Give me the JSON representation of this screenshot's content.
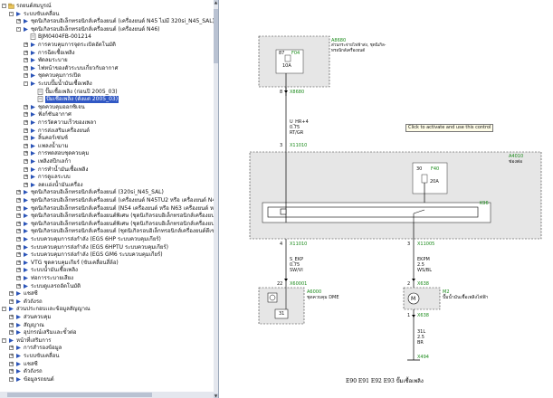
{
  "tree": {
    "items": [
      {
        "label": "รถยนต์สมบูรณ์",
        "level": 0,
        "exp": "-",
        "icon": "folder"
      },
      {
        "label": "ระบบขับเคลื่อน",
        "level": 1,
        "exp": "-",
        "icon": "arrow"
      },
      {
        "label": "ชุดนิเกิลรอบอิเล็กทรอนิกส์เครื่องยนต์ (เครื่องยนต์ N45 ไม่มี 320si_N45_SAL)",
        "level": 2,
        "exp": "+",
        "icon": "arrow"
      },
      {
        "label": "ชุดนิเกิลรอบอิเล็กทรอนิกส์เครื่องยนต์ (เครื่องยนต์ N46)",
        "level": 2,
        "exp": "-",
        "icon": "arrow"
      },
      {
        "label": "BJM0404FB-001214",
        "level": 3,
        "exp": "",
        "icon": "doc"
      },
      {
        "label": "การควบคุมการจุดระเบิดอัตโนมัติ",
        "level": 3,
        "exp": "+",
        "icon": "arrow"
      },
      {
        "label": "การฉีดเชื้อเพลิง",
        "level": 3,
        "exp": "+",
        "icon": "arrow"
      },
      {
        "label": "พัดลมระบาย",
        "level": 3,
        "exp": "+",
        "icon": "arrow"
      },
      {
        "label": "ไฟหน้าของตัวระบบเกี่ยวกับอากาศ",
        "level": 3,
        "exp": "+",
        "icon": "arrow"
      },
      {
        "label": "ชุดควบคุมการเปิด",
        "level": 3,
        "exp": "+",
        "icon": "arrow"
      },
      {
        "label": "ระบบปั๊มน้ำมันเชื้อเพลิง",
        "level": 3,
        "exp": "-",
        "icon": "arrow"
      },
      {
        "label": "ปั๊มเชื้อเพลิง (ก่อนปี 2005_03)",
        "level": 4,
        "exp": "",
        "icon": "doc"
      },
      {
        "label": "ปั๊มเชื้อเพลิง (ตั้งแต่ 2005_03)",
        "level": 4,
        "exp": "",
        "icon": "doc",
        "selected": true
      },
      {
        "label": "ชุดควบคุมออกซิเจน",
        "level": 3,
        "exp": "+",
        "icon": "arrow"
      },
      {
        "label": "ฟังก์ชันอากาศ",
        "level": 3,
        "exp": "+",
        "icon": "arrow"
      },
      {
        "label": "การวัดความเร็วของเพลา",
        "level": 3,
        "exp": "+",
        "icon": "arrow"
      },
      {
        "label": "การส่งเสริมเครื่องยนต์",
        "level": 3,
        "exp": "+",
        "icon": "arrow"
      },
      {
        "label": "ลิ้นคอร์เซ่นซ์",
        "level": 3,
        "exp": "+",
        "icon": "arrow"
      },
      {
        "label": "เเพลงน้ำมาม",
        "level": 3,
        "exp": "+",
        "icon": "arrow"
      },
      {
        "label": "การทดสอบชุดควบคุม",
        "level": 3,
        "exp": "+",
        "icon": "arrow"
      },
      {
        "label": "เพลิงสปีกเลก้า",
        "level": 3,
        "exp": "+",
        "icon": "arrow"
      },
      {
        "label": "การทำน้ำมันเชื้อเพลิง",
        "level": 3,
        "exp": "+",
        "icon": "arrow"
      },
      {
        "label": "การดูแลระบบ",
        "level": 3,
        "exp": "+",
        "icon": "arrow"
      },
      {
        "label": "ลดเเอ่งน้ำมันเครื่อง",
        "level": 3,
        "exp": "+",
        "icon": "arrow"
      },
      {
        "label": "ชุดนิเกิลรอบอิเล็กทรอนิกส์เครื่องยนต์ (320si_N45_SAL)",
        "level": 2,
        "exp": "+",
        "icon": "arrow"
      },
      {
        "label": "ชุดนิเกิลรอบอิเล็กทรอนิกส์เครื่องยนต์ (เครื่องยนต์ N45TU2 หรือ เครื่องยนต์ N46/TU",
        "level": 2,
        "exp": "+",
        "icon": "arrow"
      },
      {
        "label": "ชุดนิเกิลรอบอิเล็กทรอนิกส์เครื่องยนต์ (N54 เครื่องยนต์ หรือ N63 เครื่องยนต์ หรือ N",
        "level": 2,
        "exp": "+",
        "icon": "arrow"
      },
      {
        "label": "ชุดนิเกิลรอบอิเล็กทรอนิกส์เครื่องยนต์พิเศษ (ชุดนิเกิลรอบอิเล็กทรอนิกส์เครื่องยนต์ดีเซ",
        "level": 2,
        "exp": "+",
        "icon": "arrow"
      },
      {
        "label": "ชุดนิเกิลรอบอิเล็กทรอนิกส์เครื่องยนต์พิเศษ (ชุดนิเกิลรอบอิเล็กทรอนิกส์เครื่องยนต์ดีเซ",
        "level": 2,
        "exp": "+",
        "icon": "arrow"
      },
      {
        "label": "ชุดนิเกิลรอบอิเล็กทรอนิกส์เครื่องยนต์ (ชุดนิเกิลรอบอิเล็กทรอนิกส์เครื่องยนต์ดีเซลขน",
        "level": 2,
        "exp": "+",
        "icon": "arrow"
      },
      {
        "label": "ระบบควบคุมการส่งกำลัง (EGS 6HP ระบบควบคุมเกียร์)",
        "level": 2,
        "exp": "+",
        "icon": "arrow"
      },
      {
        "label": "ระบบควบคุมการส่งกำลัง (EGS 6HPTU ระบบควบคุมเกียร์)",
        "level": 2,
        "exp": "+",
        "icon": "arrow"
      },
      {
        "label": "ระบบควบคุมการส่งกำลัง (EGS GM6 ระบบควบคุมเกียร์)",
        "level": 2,
        "exp": "+",
        "icon": "arrow"
      },
      {
        "label": "VTG ชุดควบคุมเกียร์ (ขับเคลื่อนสี่ล้อ)",
        "level": 2,
        "exp": "+",
        "icon": "arrow"
      },
      {
        "label": "ระบบน้ำมันเชื้อเพลิง",
        "level": 2,
        "exp": "+",
        "icon": "arrow"
      },
      {
        "label": "ท่อการระบายเสียง",
        "level": 2,
        "exp": "+",
        "icon": "arrow"
      },
      {
        "label": "ระบบดูแลรถอัตโนมัติ",
        "level": 2,
        "exp": "+",
        "icon": "arrow"
      },
      {
        "label": "แชสซี",
        "level": 1,
        "exp": "+",
        "icon": "arrow"
      },
      {
        "label": "ตัวถังรถ",
        "level": 1,
        "exp": "+",
        "icon": "arrow"
      },
      {
        "label": "ส่วนประกอบเเละข้อมูลสัญญาณ",
        "level": 0,
        "exp": "-",
        "icon": "arrow"
      },
      {
        "label": "ส่วนควบคุม",
        "level": 1,
        "exp": "+",
        "icon": "arrow"
      },
      {
        "label": "สัญญาณ",
        "level": 1,
        "exp": "+",
        "icon": "arrow"
      },
      {
        "label": "อุปกรณ์เสริมและขั้วต่อ",
        "level": 1,
        "exp": "+",
        "icon": "arrow"
      },
      {
        "label": "หน้าที่เสริมการ",
        "level": 0,
        "exp": "-",
        "icon": "arrow"
      },
      {
        "label": "การสำรองข้อมูล",
        "level": 1,
        "exp": "+",
        "icon": "arrow"
      },
      {
        "label": "ระบบขับเคลื่อน",
        "level": 1,
        "exp": "+",
        "icon": "arrow"
      },
      {
        "label": "แชสซี",
        "level": 1,
        "exp": "+",
        "icon": "arrow"
      },
      {
        "label": "ตัวถังรถ",
        "level": 1,
        "exp": "+",
        "icon": "arrow"
      },
      {
        "label": "ข้อมูลรถยนต์",
        "level": 1,
        "exp": "+",
        "icon": "arrow"
      }
    ]
  },
  "diagram": {
    "a8680_id": "A8680",
    "a8680_desc1": "ส่วนกระจ่ายไฟฟ้าส่ง, ชุดนิเกิล-",
    "a8680_desc2": "ทรอนิกส์เครื่องยนต์",
    "f04_pin": "87",
    "f04_id": "F04",
    "f04_amp": "10A",
    "x8680_pin": "8",
    "x8680_id": "X8680",
    "wire1_a": "U_HR+4",
    "wire1_b": "0.75",
    "wire1_c": "RT/GR",
    "x11010_pin_top": "3",
    "x11010_id_top": "X11010",
    "a4010_id": "A4010",
    "a4010_desc": "ช่องต่อ",
    "f40_pin": "30",
    "f40_id": "F40",
    "f40_amp": "20A",
    "k96_id": "K96",
    "activate": "Click to activate and use this control",
    "x11010_pin_bot": "4",
    "x11010_id_bot": "X11010",
    "x11005_pin": "3",
    "x11005_id": "X11005",
    "wire2_a": "S_EKP",
    "wire2_b": "0.75",
    "wire2_c": "SW/VI",
    "wire3_a": "EKPM",
    "wire3_b": "2.5",
    "wire3_c": "WS/BL",
    "x60001_pin": "22",
    "x60001_id": "X60001",
    "a6000_id": "A6000",
    "a6000_desc": "ชุดควบคุม DME",
    "a6000_pin": "31",
    "x638_pin_top": "2",
    "x638_id_top": "X638",
    "m2_id": "M2",
    "m2_desc": "ปั๊มน้ำมันเชื้อเพลิงไฟฟ้า",
    "x638_pin_bot": "1",
    "x638_id_bot": "X638",
    "wire4_a": "31L",
    "wire4_b": "2.5",
    "wire4_c": "BR",
    "x494_id": "X494",
    "caption": "E90 E91 E92 E93 ปั๊มเชื้อเพลิง"
  }
}
